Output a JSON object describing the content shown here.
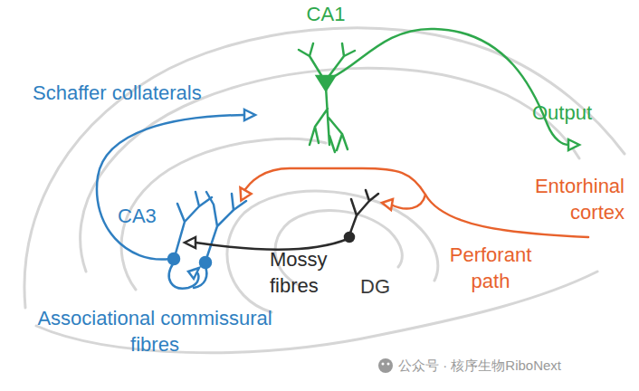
{
  "diagram": {
    "labels": [
      "CA1",
      "Schaffer collaterals",
      "Output",
      "Entorhinal cortex",
      "CA3",
      "Perforant path",
      "Mossy fibres",
      "DG",
      "Associational commissural fibres",
      "公众号 · 核序生物RiboNext"
    ]
  }
}
